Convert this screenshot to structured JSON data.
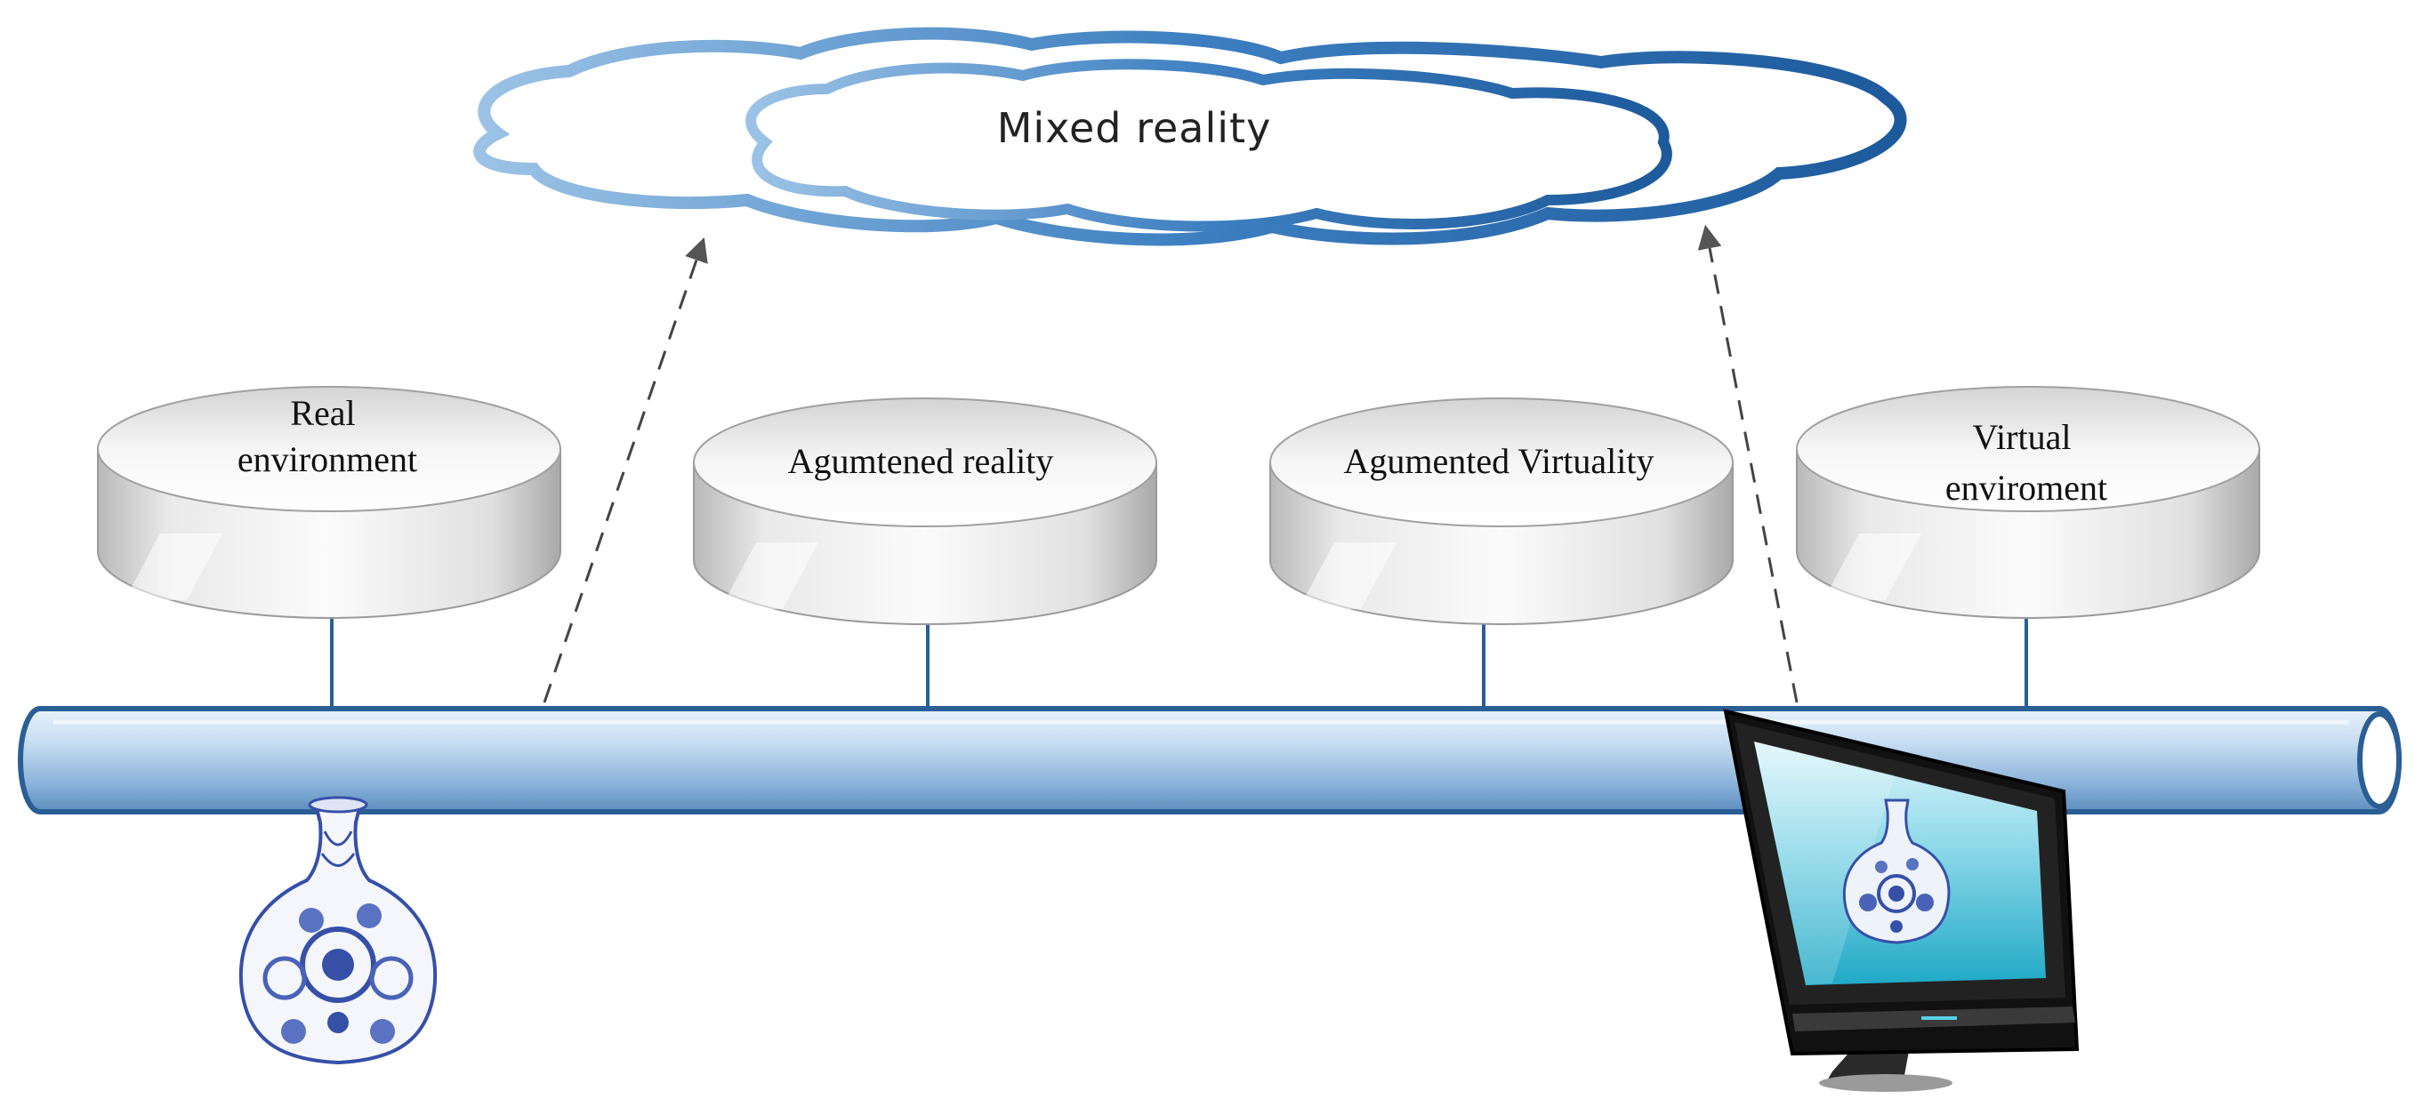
{
  "cloud": {
    "label": "Mixed reality"
  },
  "environments": [
    {
      "lines": [
        "Real",
        "environment"
      ]
    },
    {
      "lines": [
        "Agumtened reality"
      ]
    },
    {
      "lines": [
        "Agumented Virtuality"
      ]
    },
    {
      "lines": [
        "Virtual",
        "enviroment"
      ]
    }
  ],
  "colors": {
    "cloud_stroke": "#2e6ead",
    "cloud_stroke_light": "#7fb0dc",
    "tube_stroke": "#2a5f96",
    "tube_fill": "#a9c9e8",
    "disk_fill": "#e6e6e6",
    "monitor_screen": "#36b6cf",
    "vase_blue": "#3650a8"
  },
  "icons": [
    "mixed-reality-cloud",
    "real-vase-icon",
    "monitor-icon",
    "virtual-vase-icon",
    "dashed-arrow"
  ]
}
